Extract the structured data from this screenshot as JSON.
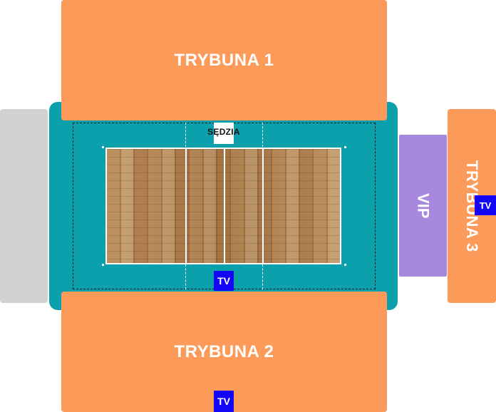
{
  "stands": {
    "trybuna_1": "TRYBUNA 1",
    "trybuna_2": "TRYBUNA 2",
    "trybuna_3": "TRYBUNA 3"
  },
  "vip_label": "VIP",
  "referee_label": "SĘDZIA",
  "tv_label": "TV",
  "colors": {
    "stand": "#fc9a5a",
    "arena": "#0ca0ad",
    "vip": "#a788dc",
    "tv": "#1405f5",
    "grey_block": "#d1d1d1",
    "court_wood": "#b27d48"
  }
}
